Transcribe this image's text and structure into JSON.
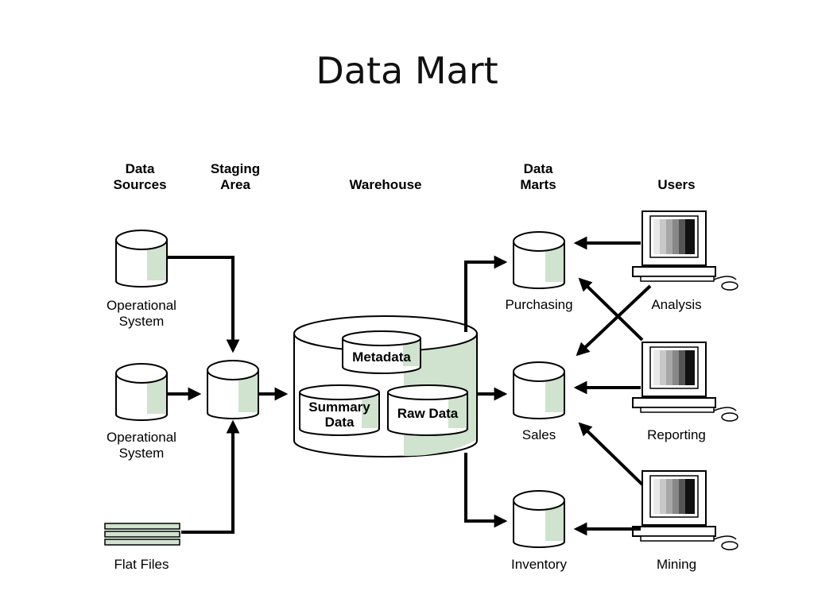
{
  "title": "Data Mart",
  "headers": {
    "data_sources": [
      "Data",
      "Sources"
    ],
    "staging_area": [
      "Staging",
      "Area"
    ],
    "warehouse": "Warehouse",
    "data_marts": [
      "Data",
      "Marts"
    ],
    "users": "Users"
  },
  "sources": [
    {
      "label": [
        "Operational",
        "System"
      ]
    },
    {
      "label": [
        "Operational",
        "System"
      ]
    },
    {
      "label": [
        "Flat Files"
      ]
    }
  ],
  "warehouse_parts": {
    "metadata": "Metadata",
    "summary": [
      "Summary",
      "Data"
    ],
    "raw": "Raw Data"
  },
  "marts": [
    "Purchasing",
    "Sales",
    "Inventory"
  ],
  "users": [
    "Analysis",
    "Reporting",
    "Mining"
  ],
  "colors": {
    "tint": "#cfe3cf",
    "line": "#000000"
  }
}
